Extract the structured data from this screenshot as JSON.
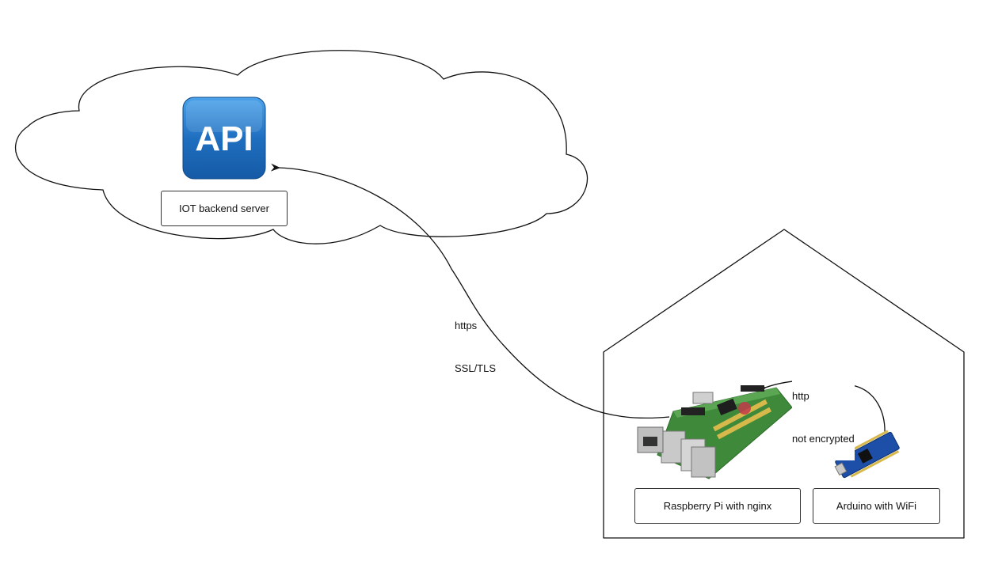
{
  "nodes": {
    "server_label": "IOT backend server",
    "api_icon_text": "API",
    "raspberry_label": "Raspberry Pi with nginx",
    "arduino_label": "Arduino with WiFi"
  },
  "edges": {
    "https": {
      "line1": "https",
      "line2": "SSL/TLS"
    },
    "http": {
      "line1": "http",
      "line2": "not encrypted"
    }
  },
  "colors": {
    "api_blue": "#1f6fc0",
    "pi_green": "#3f8a3a",
    "arduino_blue": "#1d4fa8",
    "stroke": "#111111"
  }
}
